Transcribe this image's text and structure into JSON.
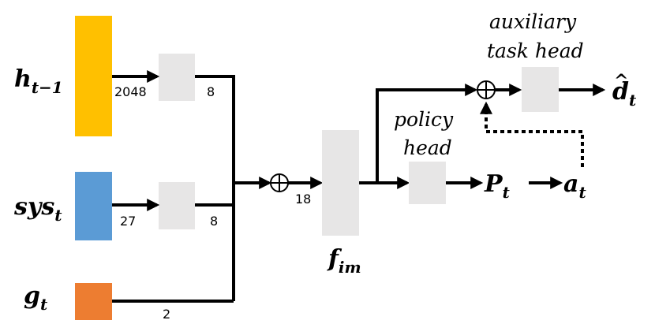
{
  "inputs": {
    "h": {
      "base": "h",
      "sub": "t−1",
      "color": "#FFC000"
    },
    "sys": {
      "base": "sys",
      "sub": "t",
      "color": "#5B9BD5"
    },
    "g": {
      "base": "g",
      "sub": "t",
      "color": "#ED7D31"
    }
  },
  "dims": {
    "h_in": "2048",
    "h_out": "8",
    "sys_in": "27",
    "sys_out": "8",
    "g": "2",
    "concat": "18"
  },
  "feature": {
    "base": "f",
    "sub": "im"
  },
  "policy_head": {
    "line1": "policy",
    "line2": "head"
  },
  "aux_head": {
    "line1": "auxiliary",
    "line2": "task head"
  },
  "outputs": {
    "policy": {
      "base": "P",
      "sub": "t"
    },
    "action": {
      "base": "a",
      "sub": "t"
    },
    "aux": {
      "base": "d",
      "sub": "t",
      "hat": "^"
    }
  },
  "colors": {
    "block": "#E7E6E6",
    "line": "#000000"
  }
}
